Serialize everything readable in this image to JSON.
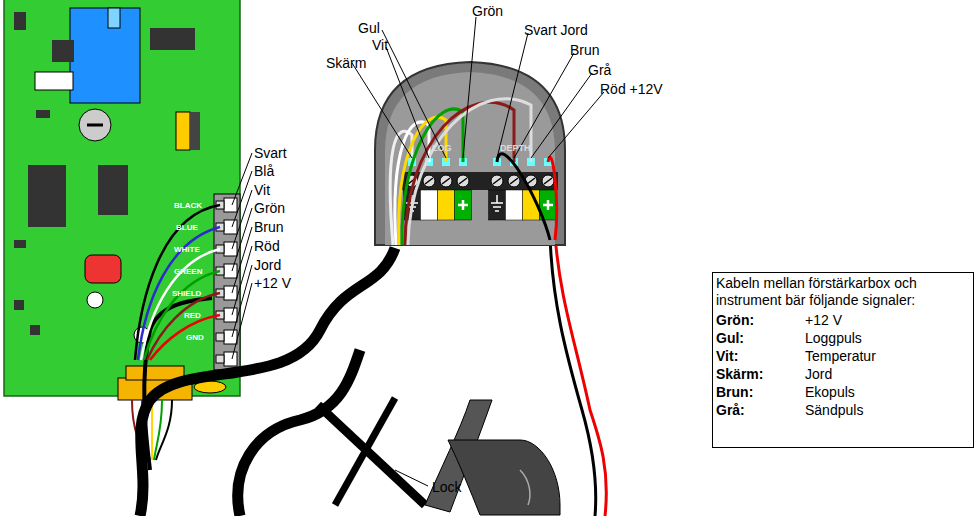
{
  "diagram": {
    "nodes": [
      {
        "text": [
          "Kabeln mellan förstärkarbox och instrument bär följande signaler:"
        ]
      }
    ],
    "labels": [
      "Svart",
      "Blå",
      "Vit",
      "Grön",
      "Brun",
      "Röd",
      "Jord",
      "+12 V",
      "Gul",
      "Vit",
      "Skärm",
      "Grön",
      "Svart Jord",
      "Brun",
      "Grå",
      "Röd +12V",
      "Lock",
      "BLACK",
      "BLUE",
      "WHITE",
      "GREEN",
      "SHIELD",
      "RED",
      "GND",
      "Grön:",
      "+12 V",
      "Gul:",
      "Loggpuls",
      "Vit:",
      "Temperatur",
      "Skärm:",
      "Jord",
      "Brun:",
      "Ekopuls",
      "Grå:",
      "Sändpuls",
      "LOG",
      "DEPTH"
    ]
  }
}
